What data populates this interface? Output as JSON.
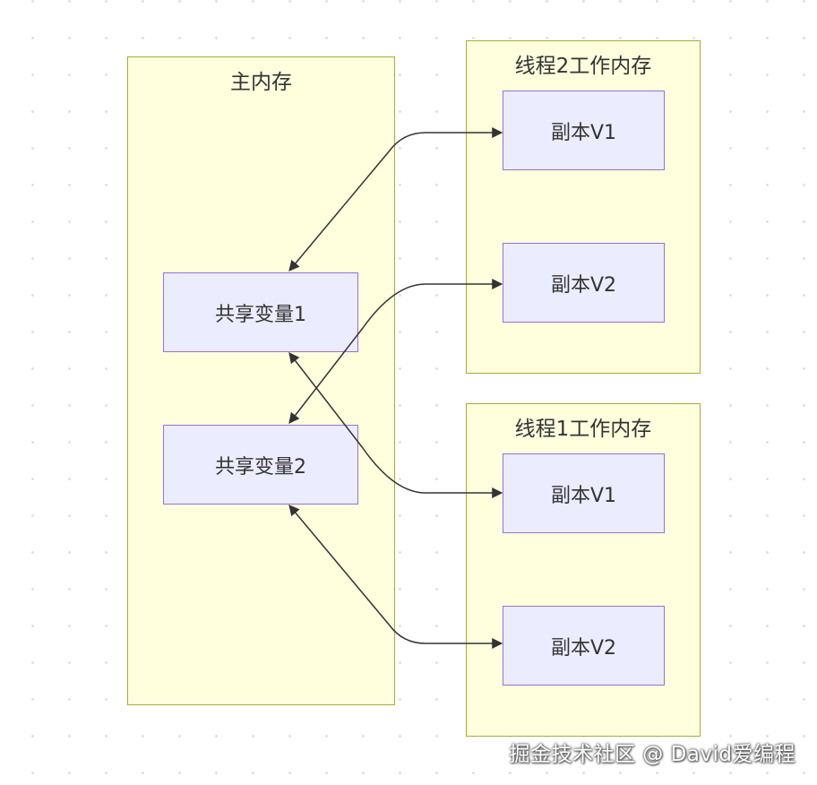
{
  "colors": {
    "cluster_fill": "#ffffde",
    "cluster_border": "#aaaa33",
    "node_fill": "#ececff",
    "node_border": "#9370db",
    "edge": "#333333"
  },
  "clusters": {
    "main_memory": "主内存",
    "thread2_memory": "线程2工作内存",
    "thread1_memory": "线程1工作内存"
  },
  "nodes": {
    "shared_var1": "共享变量1",
    "shared_var2": "共享变量2",
    "t2_copy_v1": "副本V1",
    "t2_copy_v2": "副本V2",
    "t1_copy_v1": "副本V1",
    "t1_copy_v2": "副本V2"
  },
  "edges": [
    {
      "from": "shared_var1",
      "to": "t2_copy_v1",
      "direction": "bidirectional"
    },
    {
      "from": "shared_var2",
      "to": "t2_copy_v2",
      "direction": "bidirectional"
    },
    {
      "from": "shared_var1",
      "to": "t1_copy_v1",
      "direction": "bidirectional"
    },
    {
      "from": "shared_var2",
      "to": "t1_copy_v2",
      "direction": "bidirectional"
    }
  ],
  "watermark": "掘金技术社区 @ David爱编程"
}
